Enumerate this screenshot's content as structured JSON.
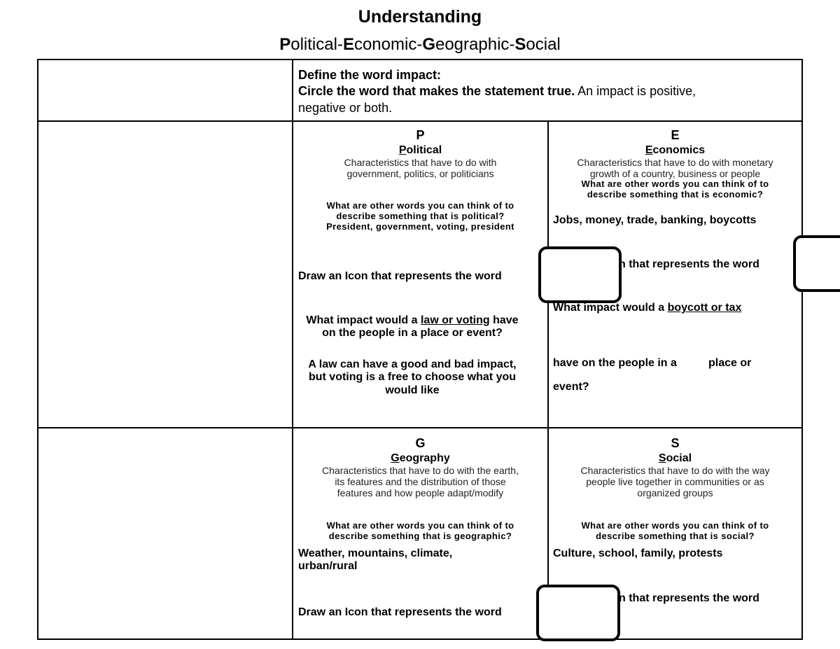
{
  "title": "Understanding",
  "subtitle": {
    "parts": [
      {
        "b": "P",
        "t": "olitical-"
      },
      {
        "b": "E",
        "t": "conomic-"
      },
      {
        "b": "G",
        "t": "eographic-"
      },
      {
        "b": "S",
        "t": "ocial"
      }
    ]
  },
  "define": {
    "line1": "Define the word impact:",
    "line2_bold": "Circle the word that makes the statement true.",
    "line2_rest": " An impact is positive,",
    "line3": "negative or both."
  },
  "political": {
    "letter": "P",
    "name_first": "P",
    "name_rest": "olitical",
    "desc1": "Characteristics that have to do with",
    "desc2": "government, politics, or politicians",
    "q1": "What are other words you can think of to",
    "q2": "describe something that is political?",
    "answer": "President, government, voting, president",
    "icon_prompt": "Draw an Icon that represents the word",
    "impact_pre": "What impact would a ",
    "impact_u": "law or voting",
    "impact_post": " have",
    "impact_line2": "on the people in a place or event?",
    "response1": "A law can have a good and bad impact,",
    "response2": "but voting is a free to choose what you",
    "response3": "would like"
  },
  "economics": {
    "letter": "E",
    "name_first": "E",
    "name_rest": "conomics",
    "desc1": "Characteristics that have to do with monetary",
    "desc2": "growth of a country, business or people",
    "q1": "What are other words you can think of to",
    "q2": "describe something that is economic?",
    "answer": "Jobs, money, trade, banking, boycotts",
    "icon_prompt_partial": "n that represents the word",
    "impact_pre": "What impact would a ",
    "impact_u": "boycott or tax",
    "impact_line2a": "have on the people in a",
    "impact_line2b": "place or",
    "impact_line3": "event?"
  },
  "geography": {
    "letter": "G",
    "name_first": "G",
    "name_rest": "eography",
    "desc1": "Characteristics that have to do with the earth,",
    "desc2": "its features and the distribution of those",
    "desc3": "features and how people adapt/modify",
    "q1": "What are other words you can think of to",
    "q2": "describe something that is geographic?",
    "answer1": "Weather, mountains, climate,",
    "answer2": "urban/rural",
    "icon_prompt": "Draw an Icon that represents the word"
  },
  "social": {
    "letter": "S",
    "name_first": "S",
    "name_rest": "ocial",
    "desc1": "Characteristics that have to do with the way",
    "desc2": "people live together in communities or as",
    "desc3": "organized groups",
    "q1": "What are other words you can think of to",
    "q2": "describe something that is social?",
    "answer": "Culture, school, family, protests",
    "icon_prompt_partial": "n that represents the word"
  }
}
